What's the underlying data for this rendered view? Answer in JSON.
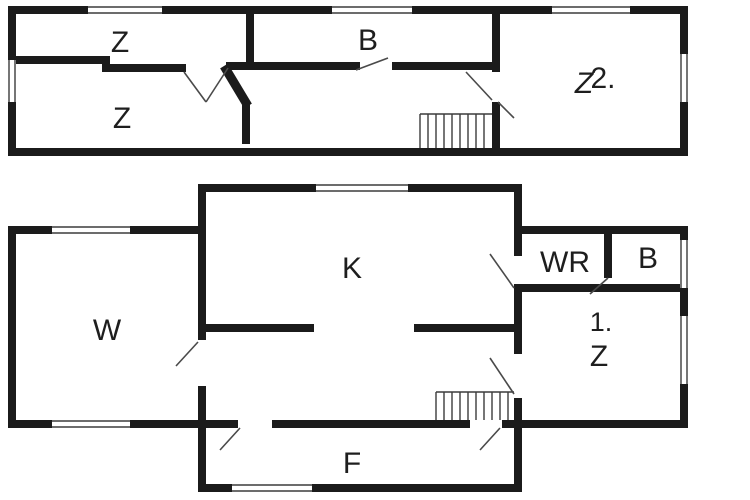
{
  "colors": {
    "wall": "#1b1b1b",
    "thin_line": "#3c3c3c",
    "text": "#1e1e1e",
    "background": "#ffffff"
  },
  "upper_floor": {
    "rooms": {
      "z_top_left": {
        "label": "Z"
      },
      "b": {
        "label": "B"
      },
      "z_bottom_left": {
        "label": "Z"
      },
      "z2": {
        "label_letter": "Z",
        "label_number": "2."
      }
    }
  },
  "lower_floor": {
    "rooms": {
      "w": {
        "label": "W"
      },
      "k": {
        "label": "K"
      },
      "wr": {
        "label": "WR"
      },
      "b": {
        "label": "B"
      },
      "z1": {
        "label_number": "1.",
        "label_letter": "Z"
      },
      "f": {
        "label": "F"
      }
    }
  }
}
